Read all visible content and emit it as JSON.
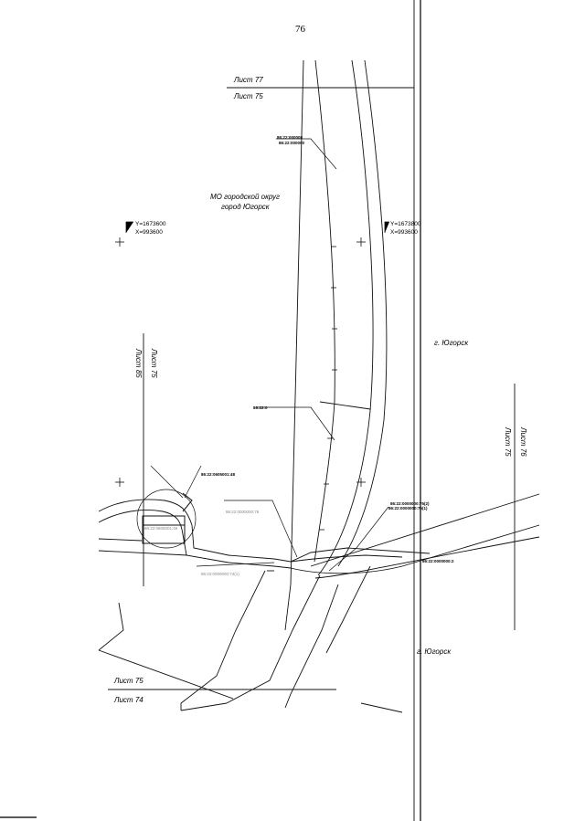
{
  "page_number": "76",
  "sheet_labels": {
    "top_77": "Лист 77",
    "top_75": "Лист 75",
    "left_75": "Лист 75",
    "left_85": "Лист 85",
    "right_76": "Лист 76",
    "right_75": "Лист 75",
    "bottom_75": "Лист 75",
    "bottom_74": "Лист 74"
  },
  "municipality": {
    "line1": "МО городской округ",
    "line2": "город Югорск"
  },
  "city_labels": {
    "east": "г. Югорск",
    "south_east": "г. Югорск"
  },
  "coordinates": {
    "left": {
      "y": "Y=1673600",
      "x": "X=993600"
    },
    "right": {
      "y": "Y=1673800",
      "x": "X=993600"
    }
  },
  "parcel_labels": {
    "p1": "86:22:000000",
    "p2": "86:22:000000",
    "p3": "86:22:0",
    "p4": "86:22:0605001:48",
    "p5": "86:22:0000000:76(2)",
    "p6": "86:22:0000000:76(1)",
    "p7": "86:22:0000000:76",
    "p8": "86:22:0000000:2",
    "p9": "86:22:0000000:74(1)",
    "p10": "86:22:0605001:46"
  }
}
